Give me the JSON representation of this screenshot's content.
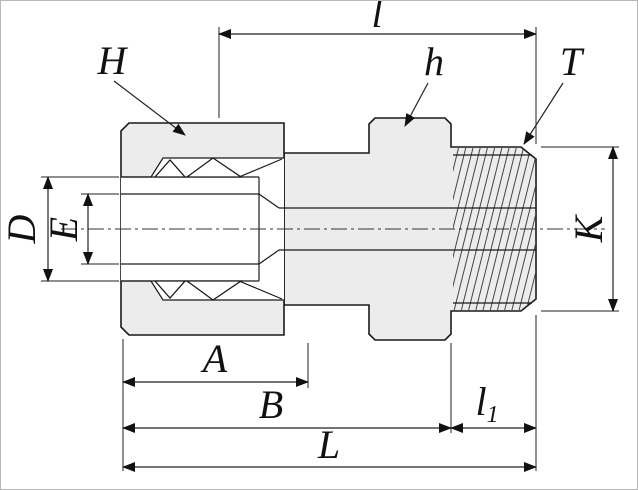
{
  "drawing": {
    "type": "technical-dimension-drawing",
    "subject": "tube-fitting-male-connector-cross-section",
    "colors": {
      "line": "#1a1a1a",
      "body_fill": "#ececec",
      "nut_texture": "#8a8a8a",
      "background": "#ffffff"
    }
  },
  "labels": {
    "H": "H",
    "h": "h",
    "T": "T",
    "D": "D",
    "E": "E",
    "K": "K",
    "A": "A",
    "B": "B",
    "L": "L",
    "l": "l",
    "l1_base": "l",
    "l1_sub": "1"
  }
}
